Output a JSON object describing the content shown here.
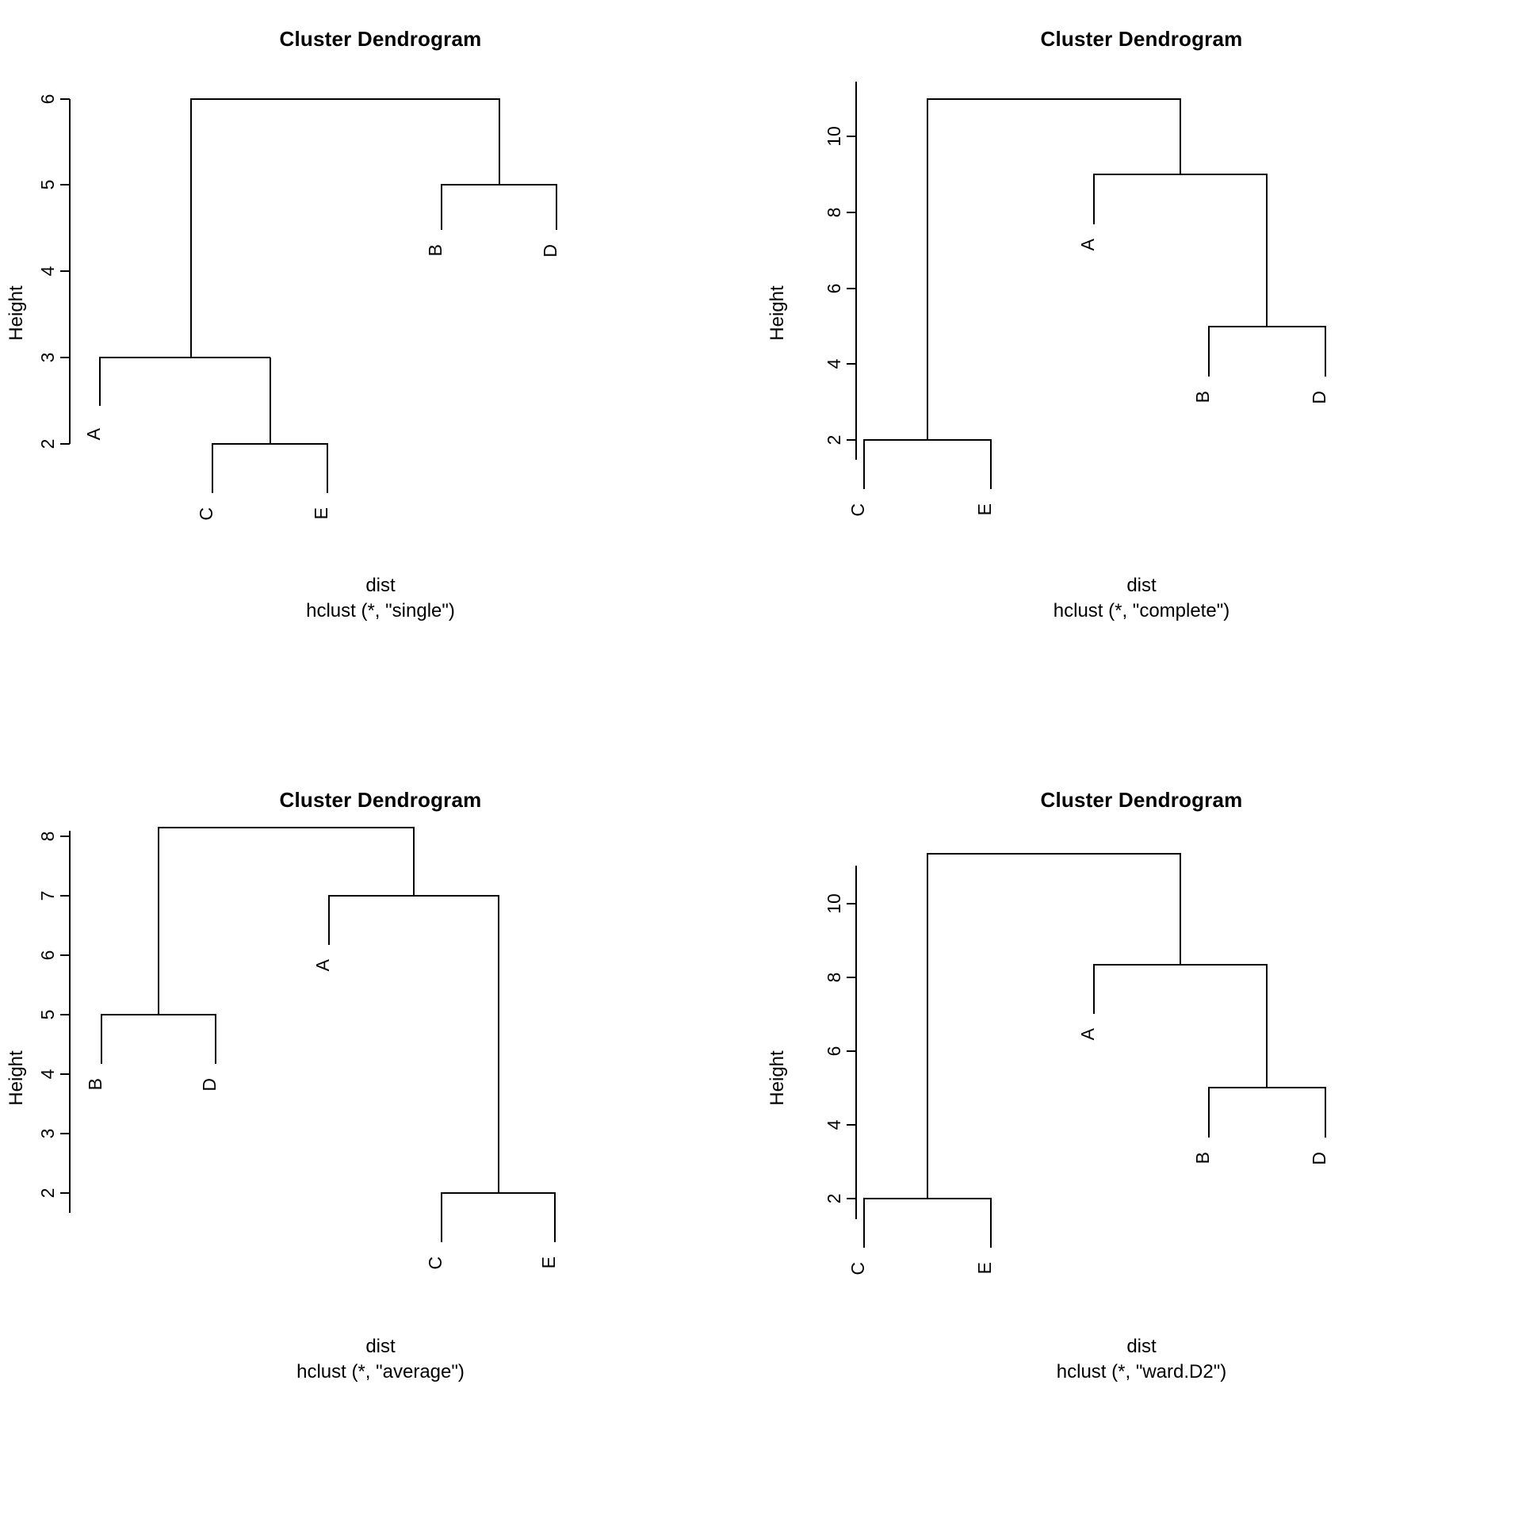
{
  "page": {
    "background": "#ffffff",
    "foreground": "#000000",
    "layout": "2x2 grid of R base-graphics dendrogram panels"
  },
  "chart_data": [
    {
      "type": "dendrogram",
      "panel_index": 0,
      "position": "top-left",
      "title": "Cluster Dendrogram",
      "ylabel": "Height",
      "xlabel_line1": "dist",
      "xlabel_line2": "hclust (*, \"single\")",
      "method": "single",
      "leaves": [
        "A",
        "C",
        "E",
        "B",
        "D"
      ],
      "yticks": [
        2,
        3,
        4,
        5,
        6
      ],
      "ylim": [
        1.6,
        6.0
      ],
      "merges": [
        {
          "label": "C-E",
          "members": [
            "C",
            "E"
          ],
          "height": 2
        },
        {
          "label": "A-(C,E)",
          "members": [
            "A",
            "C",
            "E"
          ],
          "height": 3
        },
        {
          "label": "B-D",
          "members": [
            "B",
            "D"
          ],
          "height": 5
        },
        {
          "label": "root",
          "members": [
            "A",
            "C",
            "E",
            "B",
            "D"
          ],
          "height": 6
        }
      ]
    },
    {
      "type": "dendrogram",
      "panel_index": 1,
      "position": "top-right",
      "title": "Cluster Dendrogram",
      "ylabel": "Height",
      "xlabel_line1": "dist",
      "xlabel_line2": "hclust (*, \"complete\")",
      "method": "complete",
      "leaves": [
        "C",
        "E",
        "A",
        "B",
        "D"
      ],
      "yticks": [
        2,
        4,
        6,
        8,
        10
      ],
      "ylim": [
        1.5,
        11.0
      ],
      "merges": [
        {
          "label": "C-E",
          "members": [
            "C",
            "E"
          ],
          "height": 2
        },
        {
          "label": "B-D",
          "members": [
            "B",
            "D"
          ],
          "height": 5
        },
        {
          "label": "A-(B,D)",
          "members": [
            "A",
            "B",
            "D"
          ],
          "height": 9
        },
        {
          "label": "root",
          "members": [
            "C",
            "E",
            "A",
            "B",
            "D"
          ],
          "height": 11
        }
      ]
    },
    {
      "type": "dendrogram",
      "panel_index": 2,
      "position": "bottom-left",
      "title": "Cluster Dendrogram",
      "ylabel": "Height",
      "xlabel_line1": "dist",
      "xlabel_line2": "hclust (*, \"average\")",
      "method": "average",
      "leaves": [
        "B",
        "D",
        "A",
        "C",
        "E"
      ],
      "yticks": [
        2,
        3,
        4,
        5,
        6,
        7,
        8
      ],
      "ylim": [
        1.6,
        8.15
      ],
      "merges": [
        {
          "label": "C-E",
          "members": [
            "C",
            "E"
          ],
          "height": 2
        },
        {
          "label": "B-D",
          "members": [
            "B",
            "D"
          ],
          "height": 5
        },
        {
          "label": "A-(C,E)",
          "members": [
            "A",
            "C",
            "E"
          ],
          "height": 7
        },
        {
          "label": "root",
          "members": [
            "B",
            "D",
            "A",
            "C",
            "E"
          ],
          "height": 8.15
        }
      ]
    },
    {
      "type": "dendrogram",
      "panel_index": 3,
      "position": "bottom-right",
      "title": "Cluster Dendrogram",
      "ylabel": "Height",
      "xlabel_line1": "dist",
      "xlabel_line2": "hclust (*, \"ward.D2\")",
      "method": "ward.D2",
      "leaves": [
        "C",
        "E",
        "A",
        "B",
        "D"
      ],
      "yticks": [
        2,
        4,
        6,
        8,
        10
      ],
      "ylim": [
        1.5,
        11.3
      ],
      "merges": [
        {
          "label": "C-E",
          "members": [
            "C",
            "E"
          ],
          "height": 2
        },
        {
          "label": "B-D",
          "members": [
            "B",
            "D"
          ],
          "height": 5
        },
        {
          "label": "A-(B,D)",
          "members": [
            "A",
            "B",
            "D"
          ],
          "height": 8.35
        },
        {
          "label": "root",
          "members": [
            "C",
            "E",
            "A",
            "B",
            "D"
          ],
          "height": 11.3
        }
      ]
    }
  ],
  "panels": [
    {
      "title": "Cluster Dendrogram",
      "ylabel": "Height",
      "footer_line1": "dist",
      "footer_line2": "hclust (*, \"single\")",
      "ticks": [
        "2",
        "3",
        "4",
        "5",
        "6"
      ],
      "leaves": [
        "A",
        "C",
        "E",
        "B",
        "D"
      ]
    },
    {
      "title": "Cluster Dendrogram",
      "ylabel": "Height",
      "footer_line1": "dist",
      "footer_line2": "hclust (*, \"complete\")",
      "ticks": [
        "2",
        "4",
        "6",
        "8",
        "10"
      ],
      "leaves": [
        "C",
        "E",
        "A",
        "B",
        "D"
      ]
    },
    {
      "title": "Cluster Dendrogram",
      "ylabel": "Height",
      "footer_line1": "dist",
      "footer_line2": "hclust (*, \"average\")",
      "ticks": [
        "2",
        "3",
        "4",
        "5",
        "6",
        "7",
        "8"
      ],
      "leaves": [
        "B",
        "D",
        "A",
        "C",
        "E"
      ]
    },
    {
      "title": "Cluster Dendrogram",
      "ylabel": "Height",
      "footer_line1": "dist",
      "footer_line2": "hclust (*, \"ward.D2\")",
      "ticks": [
        "2",
        "4",
        "6",
        "8",
        "10"
      ],
      "leaves": [
        "C",
        "E",
        "A",
        "B",
        "D"
      ]
    }
  ]
}
